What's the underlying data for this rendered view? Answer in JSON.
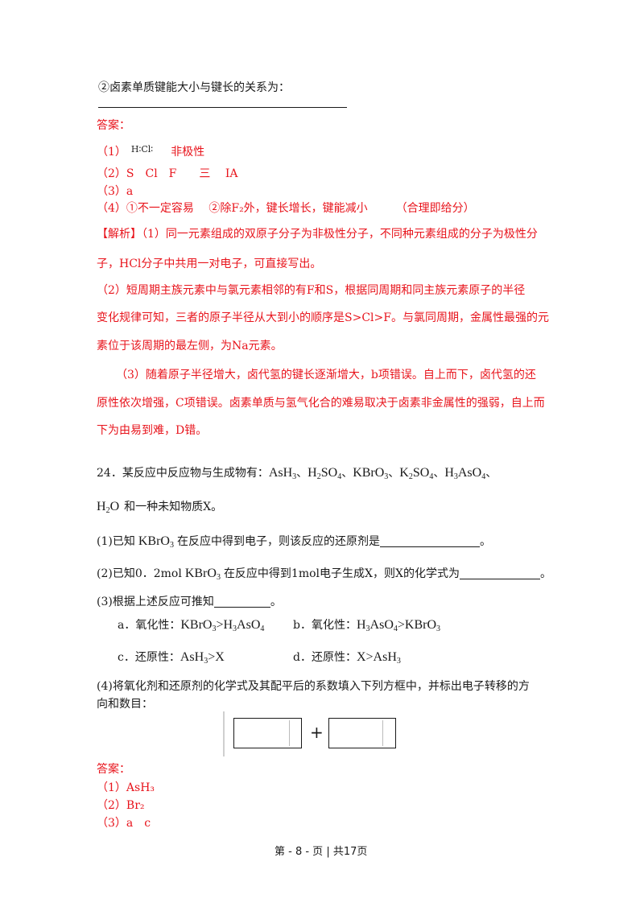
{
  "prev": {
    "q4_2_prompt": "②卤素单质键能大小与键长的关系为：",
    "answer_label": "答案：",
    "a1_num": "（1）",
    "a1_formula": "H∶Cl∶",
    "a1_text": "非极性",
    "a2": "（2）S　Cl　F　　三　 IA",
    "a3": "（3）a",
    "a4": "（4）①不一定容易　 ②除F₂外，键长增长，键能减小　　　（合理即给分）",
    "analysis_tag": "【解析】",
    "analysis_1a": "（1）同一元素组成的双原子分子为非极性分子，不同种元素组成的分子为极性分",
    "analysis_1b": "子，HCl分子中共用一对电子，可直接写出。",
    "analysis_2a": "（2）短周期主族元素中与氯元素相邻的有F和S，根据同周期和同主族元素原子的半径",
    "analysis_2b": "变化规律可知，三者的原子半径从大到小的顺序是S>Cl>F。与氯同周期，金属性最强的元",
    "analysis_2c": "素位于该周期的最左侧，为Na元素。",
    "analysis_3a": "（3）随着原子半径增大，卤代氢的键长逐渐增大，b项错误。自上而下，卤代氢的还",
    "analysis_3b": "原性依次增强，C项错误。卤素单质与氢气化合的难易取决于卤素非金属性的强弱，自上而",
    "analysis_3c": "下为由易到难，D错。"
  },
  "q24": {
    "intro_a": "24．某反应中反应物与生成物有：",
    "species_1": "AsH",
    "species_1_sub": "3",
    "species_2": "H",
    "species_2_sub": "2",
    "species_2_tail": "SO",
    "species_2_sub2": "4",
    "species_3": "KBrO",
    "species_3_sub": "3",
    "species_4": "K",
    "species_4_sub": "2",
    "species_4_tail": "SO",
    "species_4_sub2": "4",
    "species_5": "H",
    "species_5_sub": "3",
    "species_5_tail": "AsO",
    "species_5_sub2": "4",
    "sep": "、",
    "water": "H",
    "water_sub": "2",
    "water_tail": "O",
    "intro_b": "和一种未知物质X。",
    "p1_a": "(1)已知",
    "p1_formula": "KBrO",
    "p1_sub": "3",
    "p1_b": "在反应中得到电子，则该反应的还原剂是",
    "p1_end": "。",
    "p2_a": "(2)已知0．2mol",
    "p2_formula": "KBrO",
    "p2_sub": "3",
    "p2_b": "在反应中得到1mol电子生成X，则X的化学式为",
    "p2_end": "。",
    "p3": "(3)根据上述反应可推知",
    "p3_end": "。",
    "opt_a_label": "a．氧化性：",
    "opt_a_1": "KBrO",
    "opt_a_1_sub": "3",
    "opt_a_2": ">H",
    "opt_a_2_sub": "3",
    "opt_a_3": "AsO",
    "opt_a_3_sub": "4",
    "opt_b_label": "b．氧化性：",
    "opt_b_1": "H",
    "opt_b_1_sub": "3",
    "opt_b_2": "AsO",
    "opt_b_2_sub": "4",
    "opt_b_3": ">KBrO",
    "opt_b_3_sub": "3",
    "opt_c_label": "c．还原性：",
    "opt_c_1": "AsH",
    "opt_c_1_sub": "3",
    "opt_c_2": ">X",
    "opt_d_label": "d．还原性：",
    "opt_d_1": "X>AsH",
    "opt_d_1_sub": "3",
    "p4_a": "(4)将氧化剂和还原剂的化学式及其配平后的系数填入下列方框中，并标出电子转移的方",
    "p4_b": "向和数目：",
    "plus": "+",
    "answer_label": "答案：",
    "ans1": "（1）AsH₃",
    "ans2": "（2）Br₂",
    "ans3": "（3）a　c"
  },
  "footer": {
    "text": "第 - 8 - 页 | 共17页"
  }
}
